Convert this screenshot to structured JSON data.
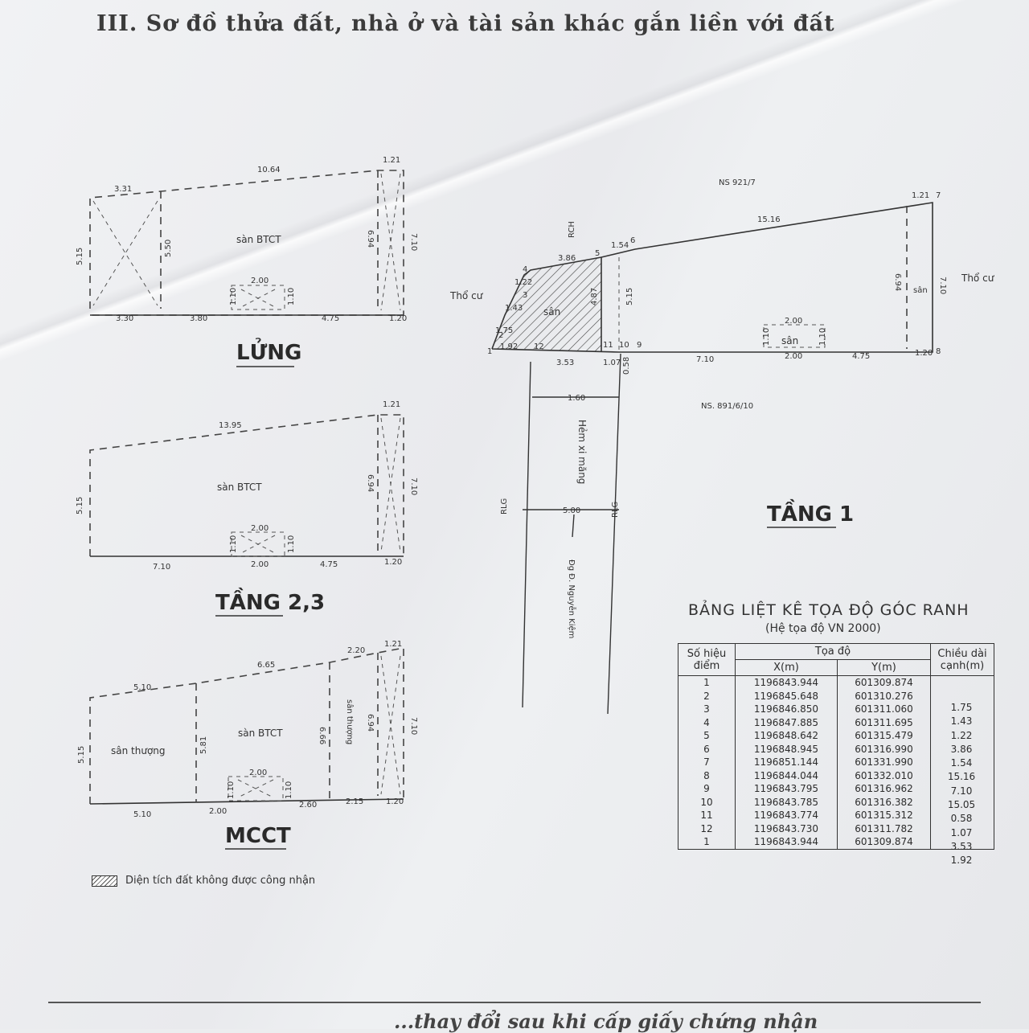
{
  "heading": "III. Sơ đồ thửa đất, nhà ở và tài sản khác gắn liền với đất",
  "plans": {
    "lung": {
      "title": "LỬNG",
      "floor_label": "sàn BTCT",
      "dims": [
        "3.31",
        "10.64",
        "1.21",
        "5.15",
        "5.50",
        "6.94",
        "7.10",
        "3.30",
        "3.80",
        "4.75",
        "1.20",
        "2.00",
        "1.10",
        "1.10"
      ]
    },
    "tang23": {
      "title": "TẦNG 2,3",
      "floor_label": "sàn BTCT",
      "dims": [
        "13.95",
        "1.21",
        "5.15",
        "6.94",
        "7.10",
        "7.10",
        "2.00",
        "4.75",
        "1.20",
        "2.00",
        "1.10",
        "1.10"
      ]
    },
    "mcct": {
      "title": "MCCT",
      "floor_label": "sàn BTCT",
      "terrace_label": "sân thượng",
      "terrace_label2": "sân thượng",
      "dims": [
        "5.10",
        "6.65",
        "2.20",
        "1.21",
        "5.15",
        "5.81",
        "6.66",
        "6.94",
        "7.10",
        "5.10",
        "2.00",
        "2.60",
        "2.15",
        "1.20",
        "2.00",
        "1.10",
        "1.10"
      ]
    },
    "tang1": {
      "title": "TẦNG 1",
      "yard_label": "sân",
      "yard_label2": "sân",
      "yard_label3": "sân",
      "neighbor_left": "Thổ cư",
      "neighbor_right": "Thổ cư",
      "neighbor_top": "NS 921/7",
      "neighbor_bottom": "NS. 891/6/10",
      "alley": "Hẻm xi măng",
      "road": "Đg Đ. Nguyễn Kiệm",
      "rch": "RCH",
      "rlg_left": "RLG",
      "rlg_right": "RLG",
      "dims": [
        "3.86",
        "1.54",
        "15.16",
        "1.21",
        "1.22",
        "1.43",
        "1.75",
        "4.87",
        "5.15",
        "6.94",
        "7.10",
        "1.92",
        "3.53",
        "1.07",
        "0.58",
        "7.10",
        "2.00",
        "4.75",
        "1.20",
        "2.00",
        "1.10",
        "1.10",
        "1.60",
        "5.00"
      ],
      "points": [
        "1",
        "2",
        "3",
        "4",
        "5",
        "6",
        "7",
        "8",
        "9",
        "10",
        "11",
        "12"
      ]
    }
  },
  "legend": {
    "label": "Diện tích đất không được công nhận"
  },
  "table": {
    "title": "BẢNG LIỆT KÊ TỌA ĐỘ GÓC RANH",
    "subtitle": "(Hệ tọa độ VN 2000)",
    "headers": {
      "point": "Số hiệu điểm",
      "coord": "Tọa độ",
      "x": "X(m)",
      "y": "Y(m)",
      "length": "Chiều dài cạnh(m)"
    },
    "rows": [
      {
        "p": "1",
        "x": "1196843.944",
        "y": "601309.874"
      },
      {
        "p": "2",
        "x": "1196845.648",
        "y": "601310.276"
      },
      {
        "p": "3",
        "x": "1196846.850",
        "y": "601311.060"
      },
      {
        "p": "4",
        "x": "1196847.885",
        "y": "601311.695"
      },
      {
        "p": "5",
        "x": "1196848.642",
        "y": "601315.479"
      },
      {
        "p": "6",
        "x": "1196848.945",
        "y": "601316.990"
      },
      {
        "p": "7",
        "x": "1196851.144",
        "y": "601331.990"
      },
      {
        "p": "8",
        "x": "1196844.044",
        "y": "601332.010"
      },
      {
        "p": "9",
        "x": "1196843.795",
        "y": "601316.962"
      },
      {
        "p": "10",
        "x": "1196843.785",
        "y": "601316.382"
      },
      {
        "p": "11",
        "x": "1196843.774",
        "y": "601315.312"
      },
      {
        "p": "12",
        "x": "1196843.730",
        "y": "601311.782"
      },
      {
        "p": "1",
        "x": "1196843.944",
        "y": "601309.874"
      }
    ],
    "lengths": [
      "1.75",
      "1.43",
      "1.22",
      "3.86",
      "1.54",
      "15.16",
      "7.10",
      "15.05",
      "0.58",
      "1.07",
      "3.53",
      "1.92"
    ]
  },
  "footer": "...thay đổi sau khi cấp giấy chứng nhận"
}
